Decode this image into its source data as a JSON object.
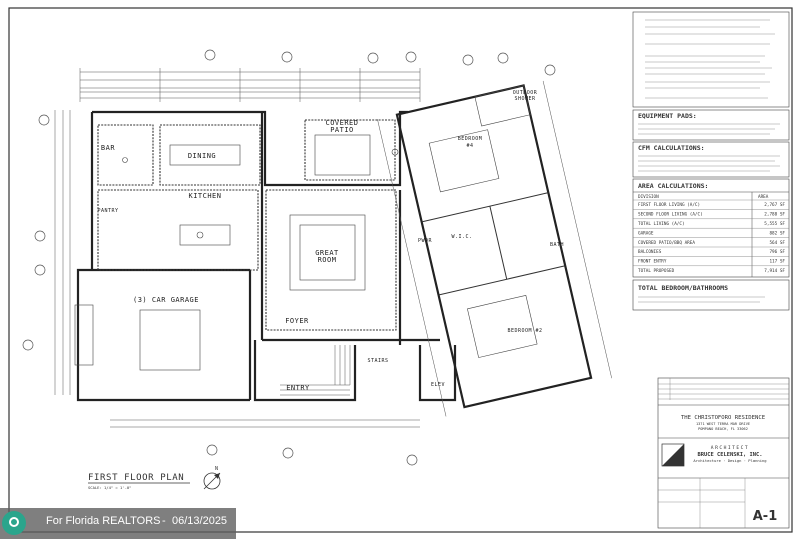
{
  "plan": {
    "title": "FIRST FLOOR PLAN",
    "scale": "SCALE: 1/4\" = 1'-0\"",
    "north_label": "N",
    "rooms": {
      "bar": "BAR",
      "dining": "DINING",
      "covered_patio_1": "COVERED",
      "covered_patio_2": "PATIO",
      "kitchen": "KITCHEN",
      "pantry": "PANTRY",
      "great_room_1": "GREAT",
      "great_room_2": "ROOM",
      "garage": "(3) CAR GARAGE",
      "foyer": "FOYER",
      "stairs": "STAIRS",
      "entry": "ENTRY",
      "elev": "ELEV",
      "bedroom_4_1": "BEDROOM",
      "bedroom_4_2": "#4",
      "bedroom_2": "BEDROOM #2",
      "outdoor_shower_1": "OUTDOOR",
      "outdoor_shower_2": "SHOWER",
      "bath": "BATH",
      "wic": "W.I.C.",
      "pwdr": "PWDR"
    }
  },
  "notes_panel": {
    "equipment_header": "EQUIPMENT PADS:",
    "cfm_header": "CFM CALCULATIONS:",
    "area_header": "AREA CALCULATIONS:",
    "area_col_division": "DIVISION",
    "area_col_area": "AREA",
    "area_rows": [
      {
        "label": "FIRST FLOOR LIVING (A/C)",
        "value": "2,767 SF"
      },
      {
        "label": "SECOND FLOOR LIVING (A/C)",
        "value": "2,788 SF"
      },
      {
        "label": "TOTAL LIVING (A/C)",
        "value": "5,555 SF"
      },
      {
        "label": "GARAGE",
        "value": "882 SF"
      },
      {
        "label": "COVERED PATIO/BBQ AREA",
        "value": "564 SF"
      },
      {
        "label": "BALCONIES",
        "value": "796 SF"
      },
      {
        "label": "FRONT ENTRY",
        "value": "117 SF"
      },
      {
        "label": "TOTAL PROPOSED",
        "value": "7,914 SF"
      }
    ],
    "bed_bath_header": "TOTAL BEDROOM/BATHROOMS"
  },
  "title_block": {
    "project_name": "THE CHRISTOFORO RESIDENCE",
    "address_1": "1371 WEST TERRA MAR DRIVE",
    "address_2": "POMPANO BEACH, FL 33062",
    "architect_label": "ARCHITECT",
    "architect_name": "BRUCE CELENSKI, INC.",
    "architect_sub": "Architecture · Design · Planning",
    "sheet_number": "A-1"
  },
  "watermark": {
    "brand": "For Florida REALTORS",
    "date": "06/13/2025"
  },
  "colors": {
    "line": "#333333",
    "grid": "#666666",
    "watermark_bg": "#6a6a6a",
    "watermark_logo": "#2aa58c"
  }
}
